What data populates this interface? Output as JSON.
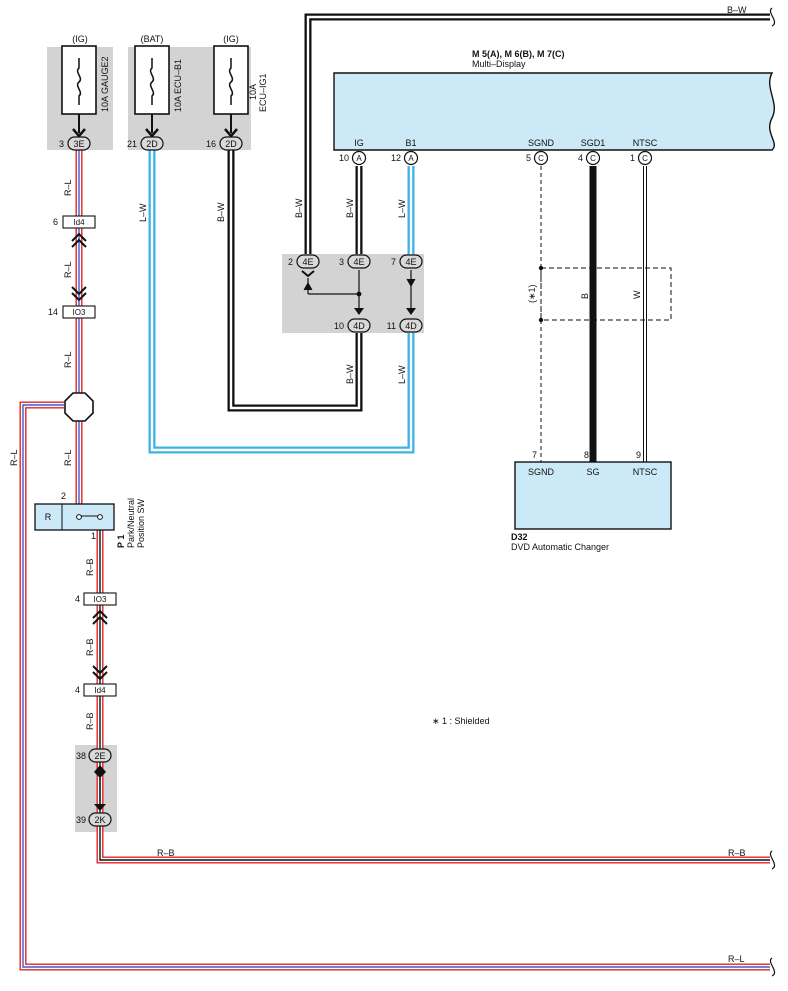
{
  "fuses": [
    {
      "source": "(IG)",
      "name": "10A GAUGE2",
      "pin": "3",
      "connector": "3E"
    },
    {
      "source": "(BAT)",
      "name": "10A ECU–B1",
      "pin": "21",
      "connector": "2D"
    },
    {
      "source": "(IG)",
      "name_line1": "10A",
      "name_line2": "ECU–IG1",
      "pin": "16",
      "connector": "2D"
    }
  ],
  "multi_display": {
    "ref": "M 5(A), M 6(B), M 7(C)",
    "name": "Multi–Display",
    "pins": [
      {
        "label": "IG",
        "pin": "10",
        "conn": "A"
      },
      {
        "label": "B1",
        "pin": "12",
        "conn": "A"
      },
      {
        "label": "SGND",
        "pin": "5",
        "conn": "C"
      },
      {
        "label": "SGD1",
        "pin": "4",
        "conn": "C"
      },
      {
        "label": "NTSC",
        "pin": "1",
        "conn": "C"
      }
    ]
  },
  "dvd_changer": {
    "ref": "D32",
    "name": "DVD Automatic Changer",
    "pins": [
      {
        "label": "SGND",
        "pin": "7"
      },
      {
        "label": "SG",
        "pin": "8"
      },
      {
        "label": "NTSC",
        "pin": "9"
      }
    ]
  },
  "junction": {
    "top": [
      {
        "pin": "2",
        "conn": "4E"
      },
      {
        "pin": "3",
        "conn": "4E"
      },
      {
        "pin": "7",
        "conn": "4E"
      }
    ],
    "bottom": [
      {
        "pin": "10",
        "conn": "4D"
      },
      {
        "pin": "11",
        "conn": "4D"
      }
    ]
  },
  "connectors": {
    "id4_upper": {
      "pin": "6",
      "name": "Id4"
    },
    "io3_upper": {
      "pin": "14",
      "name": "IO3"
    },
    "io3_lower": {
      "pin": "4",
      "name": "IO3"
    },
    "id4_lower": {
      "pin": "4",
      "name": "Id4"
    },
    "c2e": {
      "pin": "38",
      "conn": "2E"
    },
    "c2k": {
      "pin": "39",
      "conn": "2K"
    }
  },
  "switch": {
    "ref": "P 1",
    "name_line1": "Park/Neutral",
    "name_line2": "Position SW",
    "position": "R",
    "pin_top": "2",
    "pin_bottom": "1"
  },
  "wire_labels": {
    "bw": "B–W",
    "lw": "L–W",
    "rl": "R–L",
    "rb": "R–B",
    "b": "B",
    "w": "W",
    "shield_tag": "(∗1)"
  },
  "note": "∗ 1 : Shielded",
  "colors": {
    "red": "#e0262a",
    "blue": "#3bb3e3",
    "black": "#111111",
    "box_gray": "#d3d3d3",
    "component_fill": "#cce9f7"
  }
}
